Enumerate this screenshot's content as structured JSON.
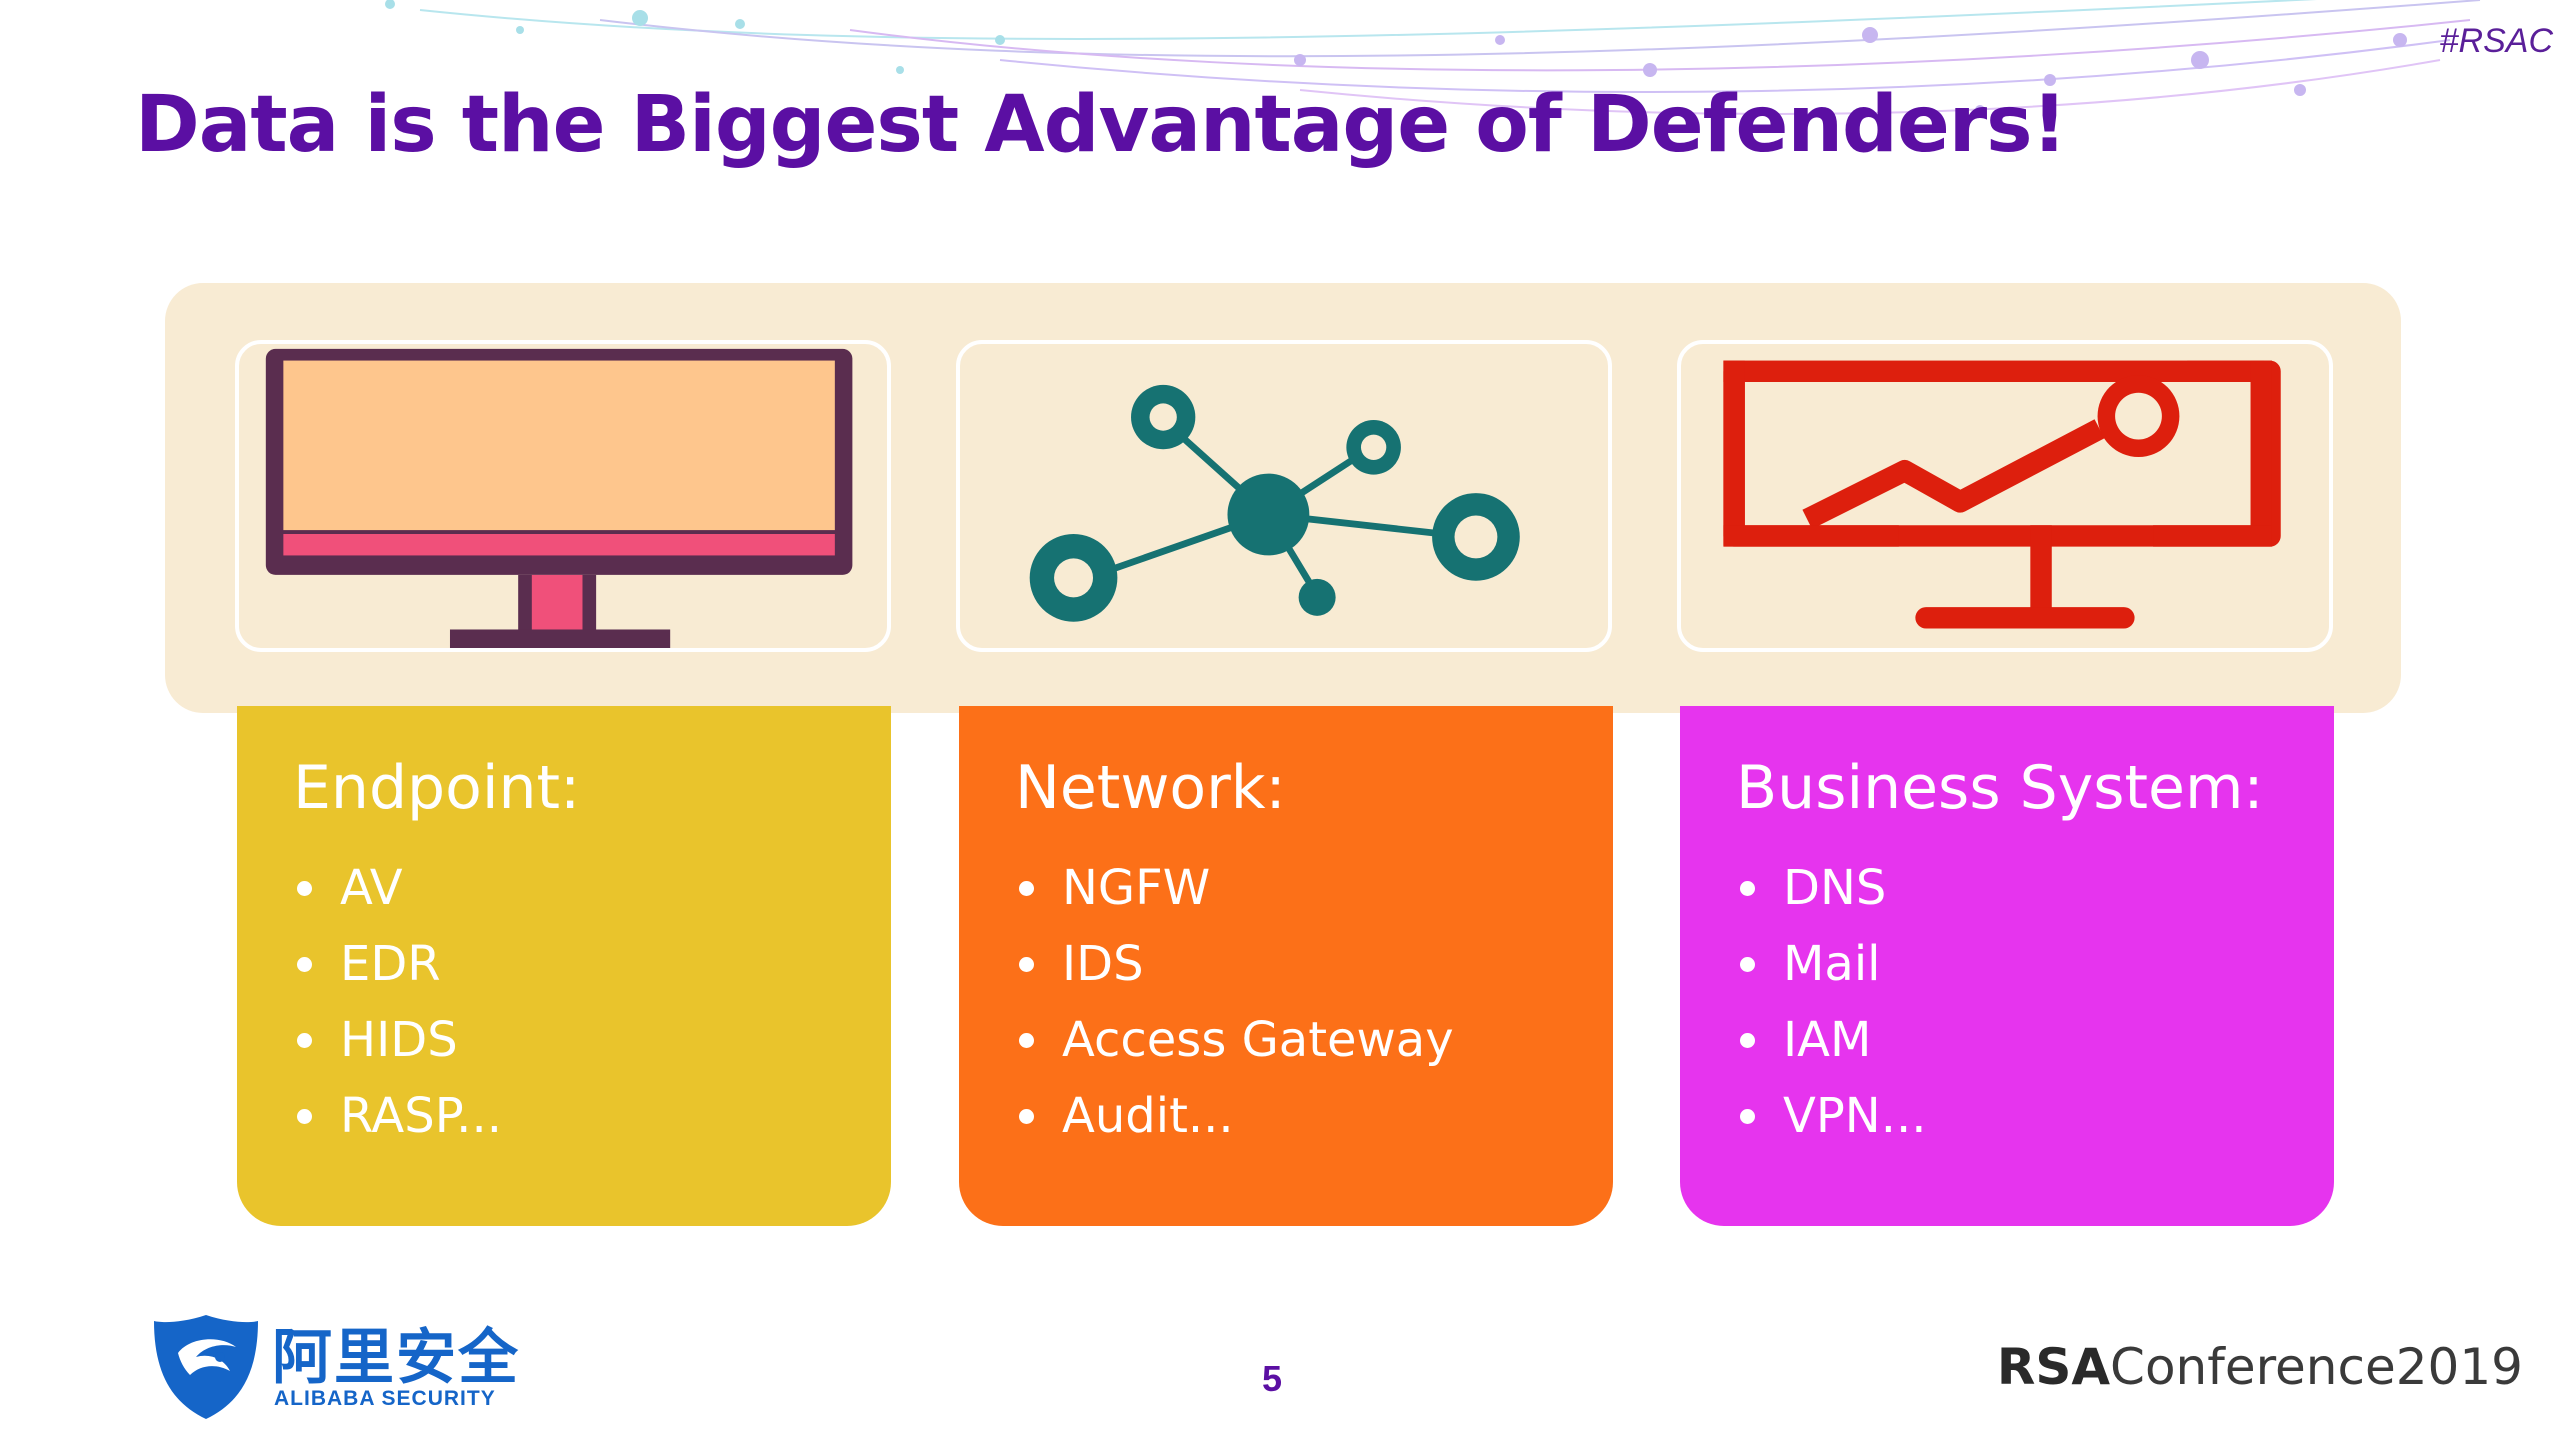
{
  "header": {
    "hashtag": "#RSAC",
    "title": "Data is the Biggest Advantage of Defenders!"
  },
  "icons": [
    {
      "name": "monitor-icon"
    },
    {
      "name": "network-nodes-icon"
    },
    {
      "name": "chart-display-icon"
    }
  ],
  "cards": [
    {
      "heading": "Endpoint:",
      "items": [
        "AV",
        "EDR",
        "HIDS",
        "RASP..."
      ],
      "color": "#e9c42c"
    },
    {
      "heading": "Network:",
      "items": [
        "NGFW",
        "IDS",
        "Access Gateway",
        "Audit..."
      ],
      "color": "#fc7018"
    },
    {
      "heading": "Business System:",
      "items": [
        "DNS",
        "Mail",
        "IAM",
        "VPN..."
      ],
      "color": "#e634ee"
    }
  ],
  "footer": {
    "page_number": "5",
    "left_logo_cn": "阿里安全",
    "left_logo_en": "ALIBABA SECURITY",
    "right_logo_rsa": "RSA",
    "right_logo_rest": "Conference2019"
  },
  "colors": {
    "title": "#5b0fa3",
    "band": "#f8ebd3"
  }
}
